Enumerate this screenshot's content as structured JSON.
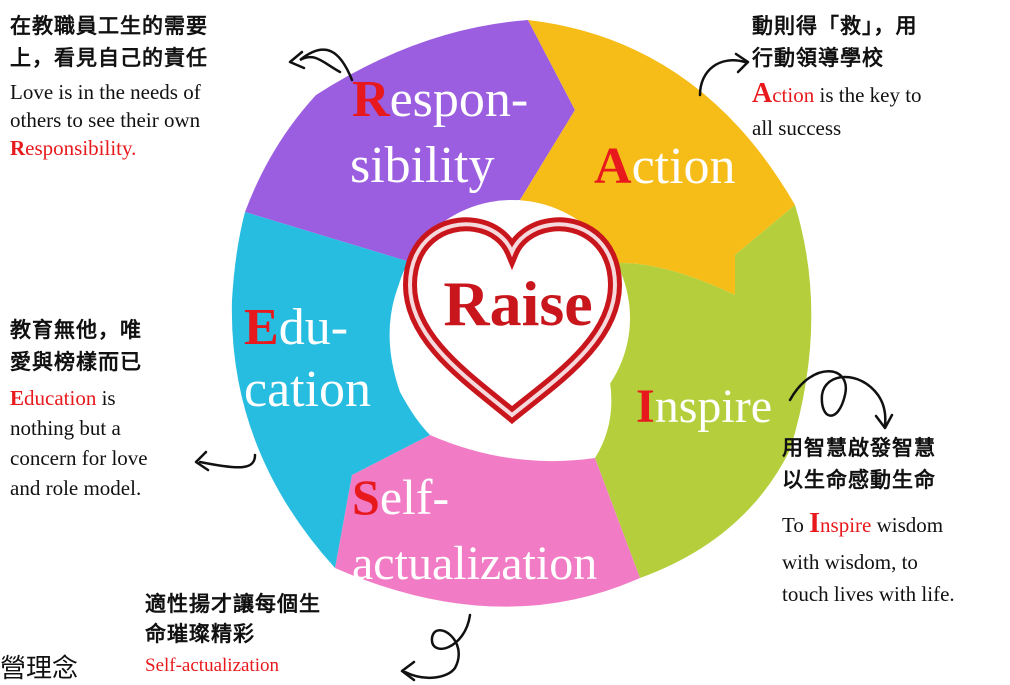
{
  "center": {
    "logo_text": "Raise"
  },
  "segments": {
    "responsibility": {
      "initial": "R",
      "line1_rest": "espon-",
      "line2": "sibility",
      "color": "#9c5ee0"
    },
    "action": {
      "initial": "A",
      "rest": "ction",
      "color": "#f6bd19"
    },
    "inspire": {
      "initial": "I",
      "rest": "nspire",
      "color": "#b4cf3b"
    },
    "self": {
      "initial": "S",
      "line1_rest": "elf-",
      "line2": "actualization",
      "color": "#f17cc5"
    },
    "education": {
      "initial": "E",
      "line1_rest": "du-",
      "line2": "cation",
      "color": "#27bde0"
    }
  },
  "notes": {
    "responsibility": {
      "zh_line1": "在教職員工生的需要",
      "zh_line2": "上，看見自己的責任",
      "en_line1": "Love is in the needs of",
      "en_line2": "others to see their own",
      "en_hl_initial": "R",
      "en_hl_rest": "esponsibility."
    },
    "action": {
      "zh_line1": "動則得「救」，用",
      "zh_line2": "行動領導學校",
      "en_hl_initial": "A",
      "en_hl_rest": "ction",
      "en_line1_rest": " is the  key to",
      "en_line2": "all success"
    },
    "education": {
      "zh_line1": "教育無他，唯",
      "zh_line2": "愛與榜樣而已",
      "en_hl_initial": "E",
      "en_hl_rest": "ducation",
      "en_line1_rest": " is",
      "en_line2": "nothing but a",
      "en_line3": "concern for love",
      "en_line4": "and role model."
    },
    "inspire": {
      "zh_line1": "用智慧啟發智慧",
      "zh_line2": "以生命感動生命",
      "en_prefix": "To ",
      "en_hl_initial": "I",
      "en_hl_rest": "nspire",
      "en_line1_rest": " wisdom",
      "en_line2": "with wisdom, to",
      "en_line3": "touch lives with life."
    },
    "self": {
      "zh_line1": "適性揚才讓每個生",
      "zh_line2": "命璀璨精彩",
      "en_line1": "Self-actualization"
    }
  },
  "caption": "營理念"
}
